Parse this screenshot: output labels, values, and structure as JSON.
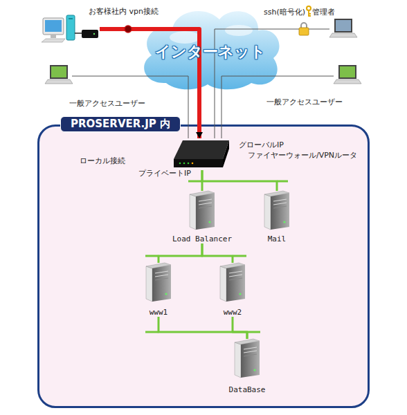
{
  "diagram": {
    "nodes": [
      {
        "text": [
          "お客様社内 vpn接続"
        ]
      },
      {
        "text": [
          "ssh(暗号化)",
          "管理者"
        ]
      },
      {
        "text": [
          "インターネット"
        ]
      },
      {
        "text": [
          "一般アクセスユーザー"
        ]
      },
      {
        "text": [
          "一般アクセスユーザー"
        ]
      },
      {
        "text": [
          "PROSERVER.JP 内"
        ]
      },
      {
        "text": [
          "グローバルIP ファイヤーウォール/VPNルータ",
          "プライベートIP"
        ],
        "in": 5
      },
      {
        "text": [
          "Load Balancer"
        ],
        "in": 5
      },
      {
        "text": [
          "Mail"
        ],
        "in": 5
      },
      {
        "text": [
          "www1"
        ],
        "in": 5
      },
      {
        "text": [
          "www2"
        ],
        "in": 5
      },
      {
        "text": [
          "DataBase"
        ],
        "in": 5
      }
    ],
    "edges": [
      {
        "from": 0,
        "to": 6,
        "arrow": "to"
      },
      {
        "from": 1,
        "to": 6,
        "arrow": "none"
      },
      {
        "from": 3,
        "to": 6,
        "arrow": "none"
      },
      {
        "from": 4,
        "to": 6,
        "arrow": "none"
      },
      {
        "from": 6,
        "to": 7,
        "arrow": "none"
      },
      {
        "from": 6,
        "to": 8,
        "arrow": "none"
      },
      {
        "from": 7,
        "to": 9,
        "arrow": "none"
      },
      {
        "from": 7,
        "to": 10,
        "arrow": "none"
      },
      {
        "from": 9,
        "to": 11,
        "arrow": "none"
      },
      {
        "from": 10,
        "to": 11,
        "arrow": "none"
      }
    ],
    "labels": [
      "ローカル接続"
    ]
  }
}
